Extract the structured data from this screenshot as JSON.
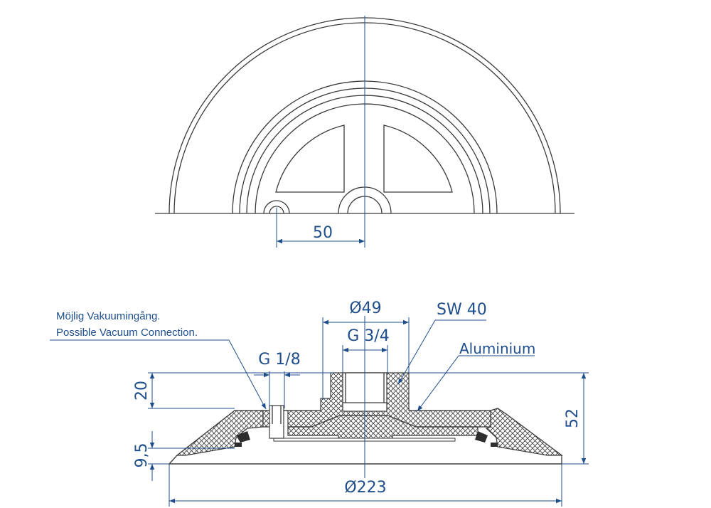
{
  "labels": {
    "dim_offset": "50",
    "dim_d49": "Ø49",
    "dim_g34": "G 3/4",
    "dim_sw40": "SW 40",
    "material": "Aluminium",
    "dim_g18": "G 1/8",
    "dim_20": "20",
    "dim_9_5": "9,5",
    "dim_52": "52",
    "dim_d223": "Ø223",
    "note_sv": "Möjlig Vakuumingång.",
    "note_en": "Possible Vacuum Connection."
  },
  "colors": {
    "line": "#3a3a3a",
    "dimension": "#1f4e8c"
  }
}
